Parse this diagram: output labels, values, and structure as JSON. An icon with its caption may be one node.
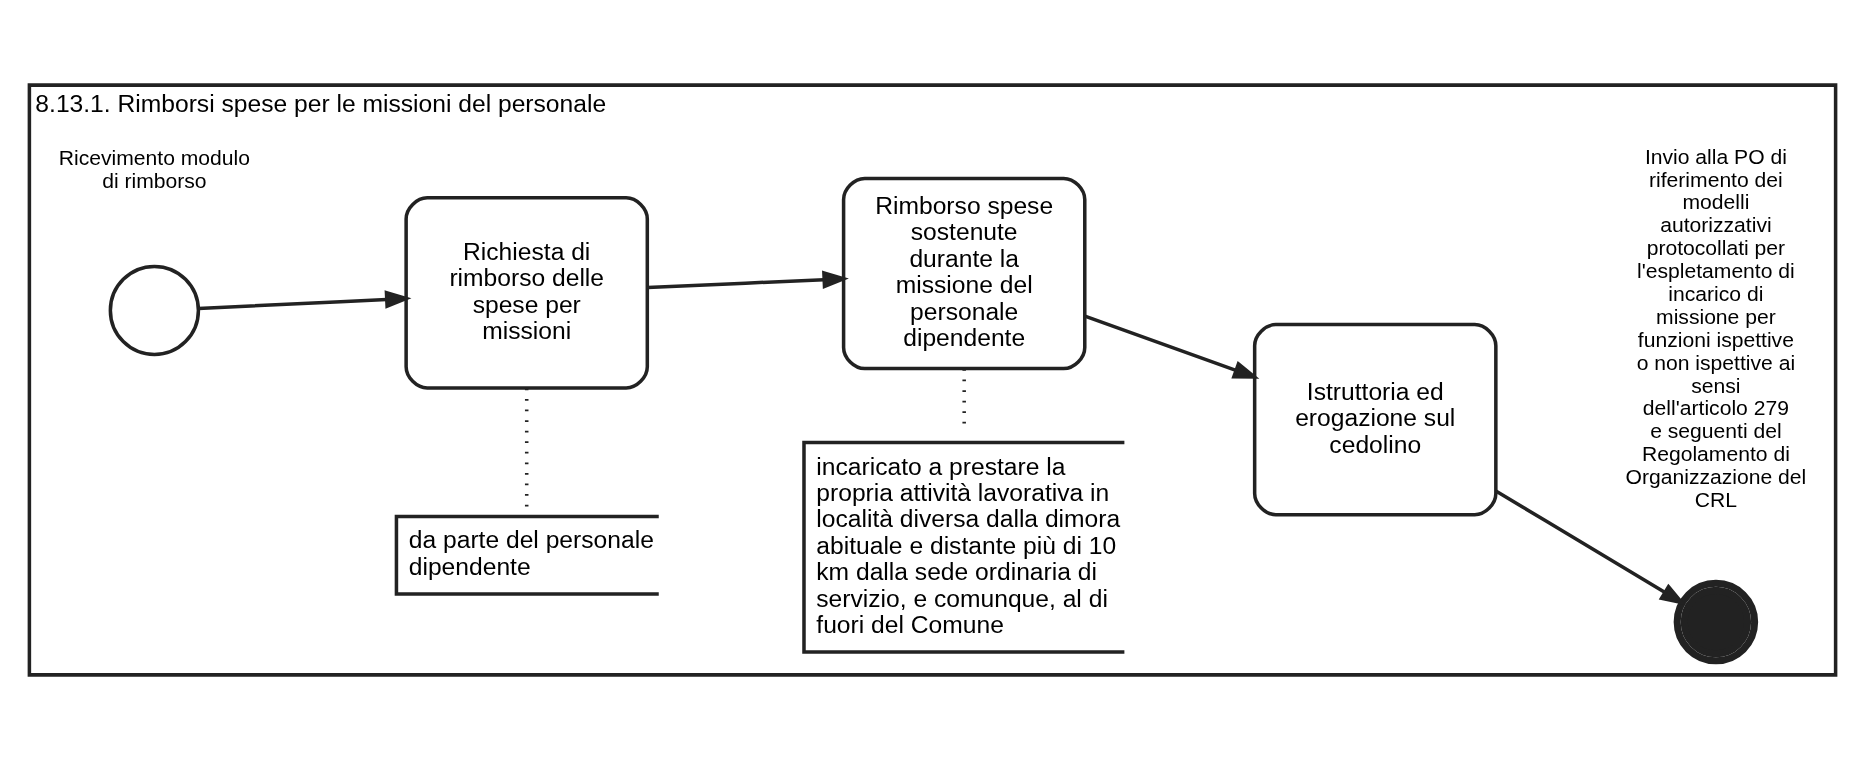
{
  "diagram": {
    "nodes": [
      {
        "text": [
          "8.13.1. Rimborsi spese per le missioni del personale"
        ]
      },
      {
        "text": [],
        "shape": "circle",
        "in": 0,
        "beside": [
          "Ricevimento modulo di rimborso"
        ]
      },
      {
        "text": [
          "Richiesta di rimborso delle spese per missioni"
        ],
        "in": 0
      },
      {
        "text": [
          "Rimborso spese sostenute durante la missione del personale dipendente"
        ],
        "in": 0
      },
      {
        "text": [
          "Istruttoria ed erogazione sul cedolino"
        ],
        "in": 0
      },
      {
        "text": [],
        "shape": "circle",
        "in": 0,
        "beside": [
          "Invio alla PO di riferimento dei modelli autorizzativi protocollati per l'espletamento di incarico di missione per funzioni ispettive o non ispettive ai sensi dell'articolo 279 e seguenti del Regolamento di Organizzazione del CRL"
        ]
      },
      {
        "text": [
          "da parte del personale dipendente"
        ],
        "in": 0
      },
      {
        "text": [
          "incaricato a prestare la propria attività lavorativa in località diversa dalla dimora abituale e distante più di 10 km dalla sede ordinaria di servizio, e comunque, al di fuori del Comune"
        ],
        "in": 0
      }
    ],
    "edges": [
      {
        "from": 1,
        "to": 2,
        "arrow": "to"
      },
      {
        "from": 2,
        "to": 3,
        "arrow": "to"
      },
      {
        "from": 3,
        "to": 4,
        "arrow": "to"
      },
      {
        "from": 4,
        "to": 5,
        "arrow": "to"
      },
      {
        "from": 2,
        "to": 6,
        "arrow": "none",
        "style": "dashed"
      },
      {
        "from": 3,
        "to": 7,
        "arrow": "none",
        "style": "dashed"
      }
    ]
  }
}
